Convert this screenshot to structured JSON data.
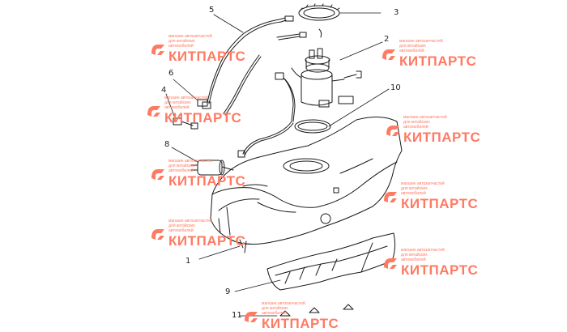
{
  "callouts": [
    {
      "id": "1",
      "label": "1"
    },
    {
      "id": "2",
      "label": "2"
    },
    {
      "id": "3",
      "label": "3"
    },
    {
      "id": "4",
      "label": "4"
    },
    {
      "id": "5",
      "label": "5"
    },
    {
      "id": "6",
      "label": "6"
    },
    {
      "id": "8",
      "label": "8"
    },
    {
      "id": "9",
      "label": "9"
    },
    {
      "id": "10",
      "label": "10"
    },
    {
      "id": "11",
      "label": "11"
    }
  ],
  "watermark": {
    "brand": "КИТПАРТС",
    "tagline": "магазин автозапчастей для китайских автомобилей",
    "color": "#ff7a63"
  },
  "colors": {
    "line": "#1a1a1a",
    "bg": "#ffffff"
  }
}
